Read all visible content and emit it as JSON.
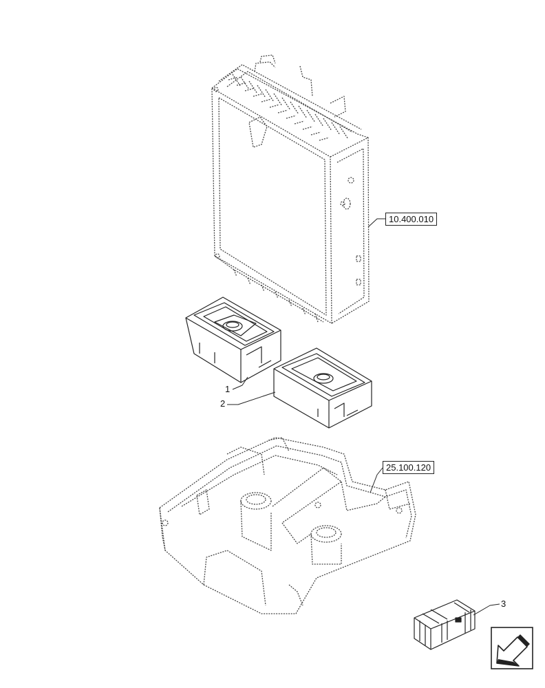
{
  "references": {
    "radiator_ref": "10.400.010",
    "axle_ref": "25.100.120"
  },
  "callouts": {
    "item_1": "1",
    "item_2": "2",
    "item_3": "3"
  },
  "colors": {
    "line": "#222222",
    "dotted": "#444444",
    "background": "#ffffff"
  },
  "icons": {
    "nav_arrow": "arrow-down-left-icon"
  }
}
